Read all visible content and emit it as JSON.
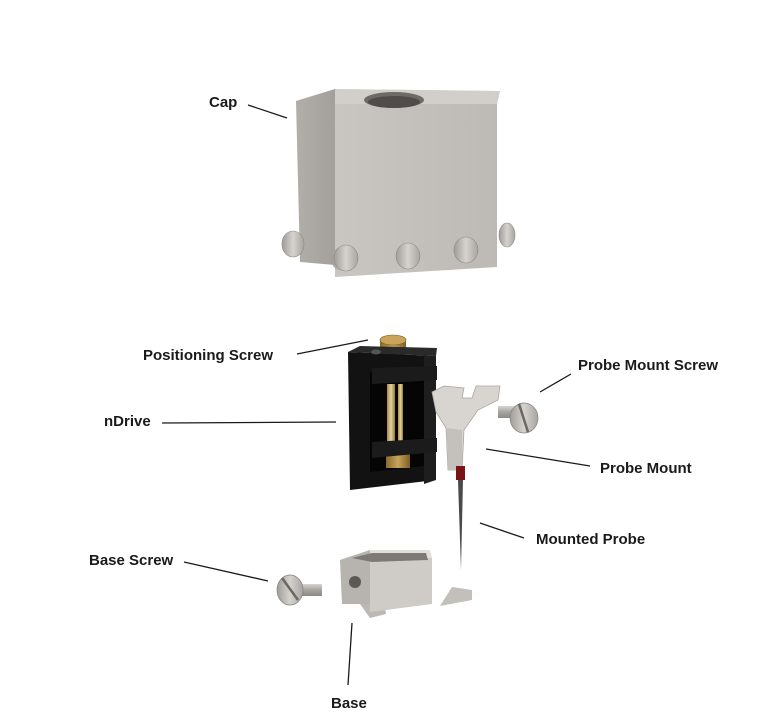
{
  "labels": {
    "cap": "Cap",
    "positioning_screw": "Positioning Screw",
    "ndrive": "nDrive",
    "probe_mount_screw": "Probe Mount Screw",
    "probe_mount": "Probe Mount",
    "mounted_probe": "Mounted Probe",
    "base_screw": "Base Screw",
    "base": "Base"
  }
}
